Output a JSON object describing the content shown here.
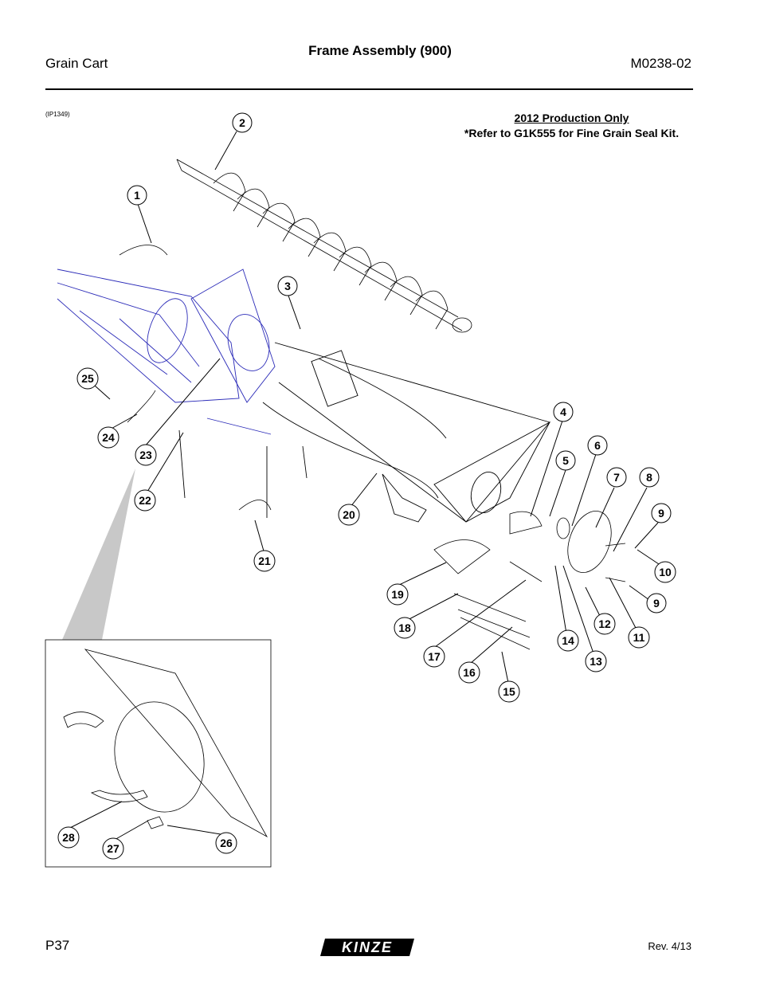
{
  "header": {
    "left": "Grain Cart",
    "title": "Frame Assembly (900)",
    "right": "M0238-02"
  },
  "figure_id": "(IP1349)",
  "note": {
    "line1": "2012 Production Only",
    "line2": "*Refer to G1K555 for Fine Grain Seal Kit."
  },
  "callouts": [
    "1",
    "2",
    "3",
    "4",
    "5",
    "6",
    "7",
    "8",
    "9",
    "10",
    "9",
    "11",
    "12",
    "13",
    "14",
    "15",
    "16",
    "17",
    "18",
    "19",
    "20",
    "21",
    "22",
    "23",
    "24",
    "25",
    "26",
    "27",
    "28"
  ],
  "footer": {
    "page": "P37",
    "logo": "KINZE",
    "rev": "Rev. 4/13"
  },
  "colors": {
    "line": "#000000",
    "frame_blue": "#2b2bb8",
    "detail_gray": "#c8c8c8"
  }
}
